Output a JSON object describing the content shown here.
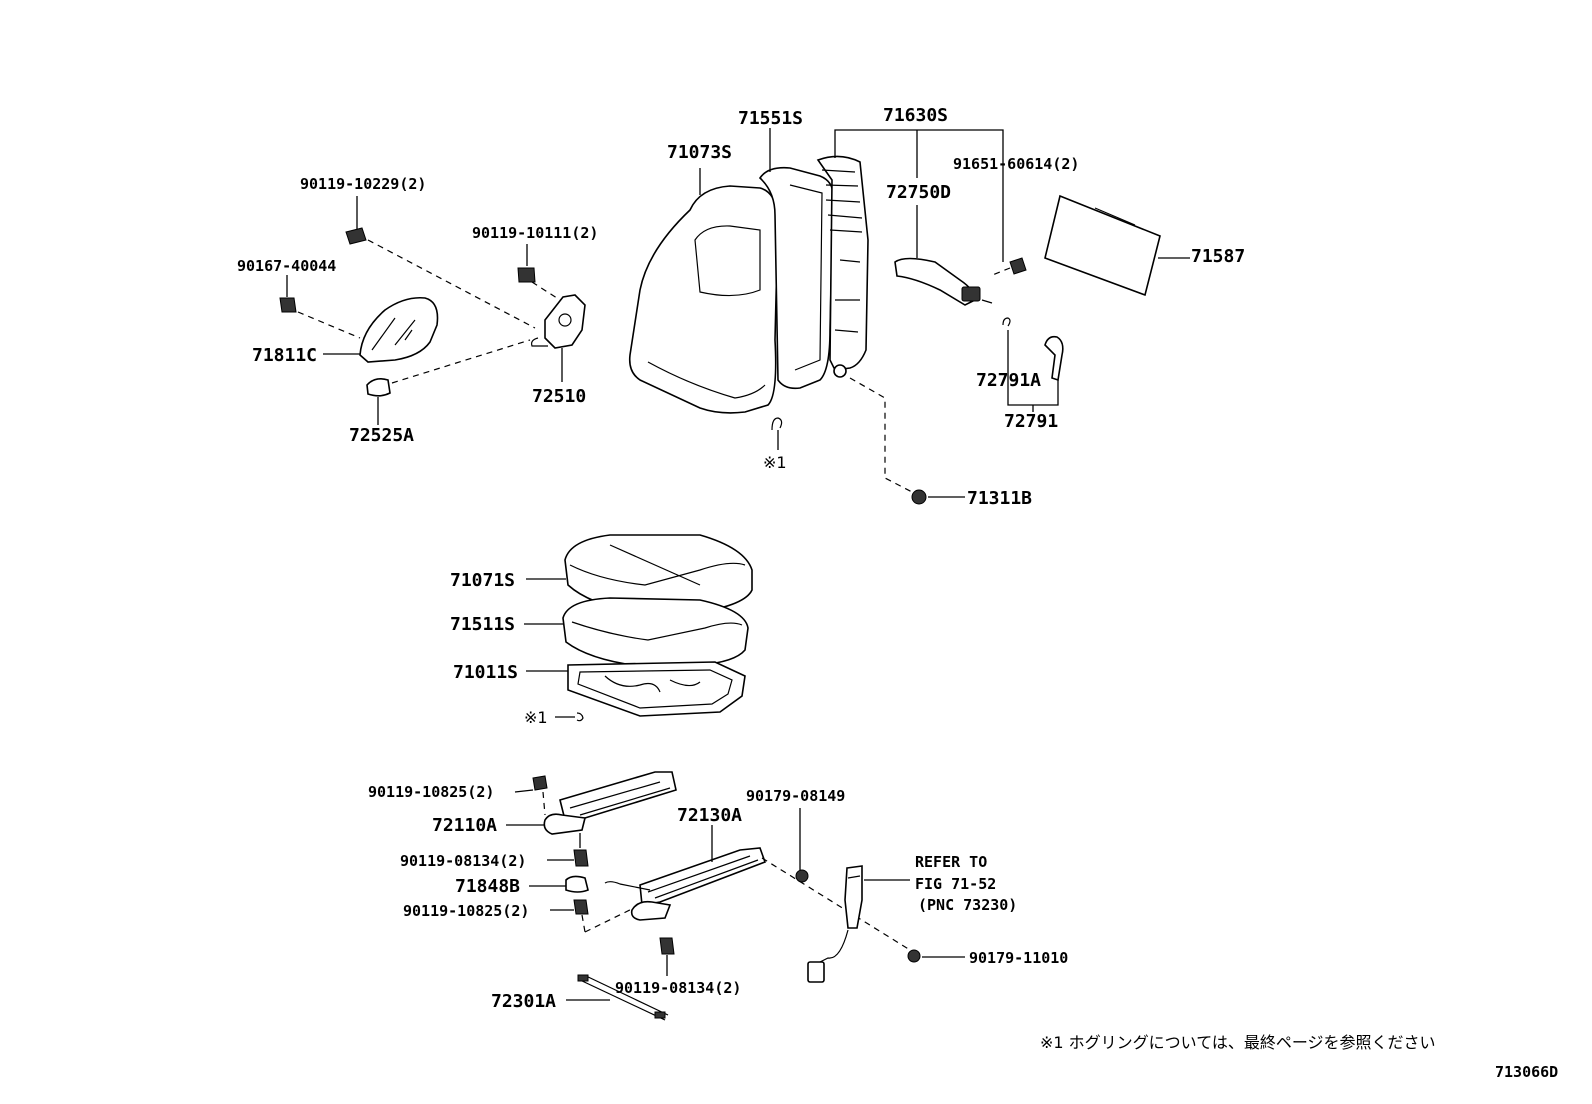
{
  "labels": {
    "p71551S": "71551S",
    "p71630S": "71630S",
    "p71073S": "71073S",
    "p91651": "91651-60614(2)",
    "p72750D": "72750D",
    "p71587": "71587",
    "p90119_10229": "90119-10229(2)",
    "p90119_10111": "90119-10111(2)",
    "p90167": "90167-40044",
    "p71811C": "71811C",
    "p72510": "72510",
    "p72525A": "72525A",
    "p72791A": "72791A",
    "p72791": "72791",
    "note_mark": "※1",
    "p71311B": "71311B",
    "p71071S": "71071S",
    "p71511S": "71511S",
    "p71011S": "71011S",
    "note_mark2": "※1",
    "p90119_10825a": "90119-10825(2)",
    "p72110A": "72110A",
    "p72130A": "72130A",
    "p90179_08149": "90179-08149",
    "p90119_08134a": "90119-08134(2)",
    "p71848B": "71848B",
    "p90119_10825b": "90119-10825(2)",
    "refer_line1": "REFER TO",
    "refer_line2": "FIG 71-52",
    "refer_line3": "(PNC 73230)",
    "p90179_11010": "90179-11010",
    "p90119_08134b": "90119-08134(2)",
    "p72301A": "72301A"
  },
  "footnote": "※1  ホグリングについては、最終ページを参照ください",
  "figure_id": "713066D"
}
